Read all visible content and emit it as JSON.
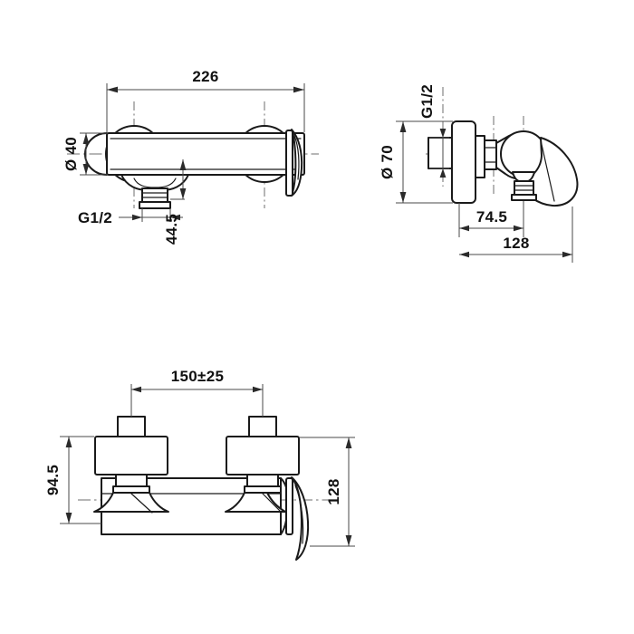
{
  "document": {
    "kind": "technical-dimension-drawing",
    "subject": "wall-mounted shower mixer tap",
    "background_color": "#ffffff",
    "line_color": "#1a1a1a",
    "dimension_line_color": "#4a4a4a",
    "center_line_color": "#6d6d6d",
    "text_color": "#111111"
  },
  "views": {
    "top_left": {
      "name": "front elevation",
      "dimensions": {
        "overall_length": "226",
        "body_diameter": "Ø 40",
        "outlet_offset": "44.5",
        "thread_callout": "G1/2"
      }
    },
    "top_right": {
      "name": "side elevation",
      "dimensions": {
        "flange_diameter": "Ø 70",
        "thread_callout": "G1/2",
        "outlet_projection": "74.5",
        "overall_projection": "128"
      }
    },
    "bottom": {
      "name": "plan / bottom view",
      "dimensions": {
        "inlet_centers": "150±25",
        "height": "94.5",
        "depth": "128"
      }
    }
  },
  "labels": {
    "d226": "226",
    "d40": "Ø 40",
    "d445": "44.5",
    "g12_a": "G1/2",
    "d70": "Ø 70",
    "g12_b": "G1/2",
    "d745": "74.5",
    "d128_a": "128",
    "d150": "150±25",
    "d945": "94.5",
    "d128_b": "128"
  }
}
